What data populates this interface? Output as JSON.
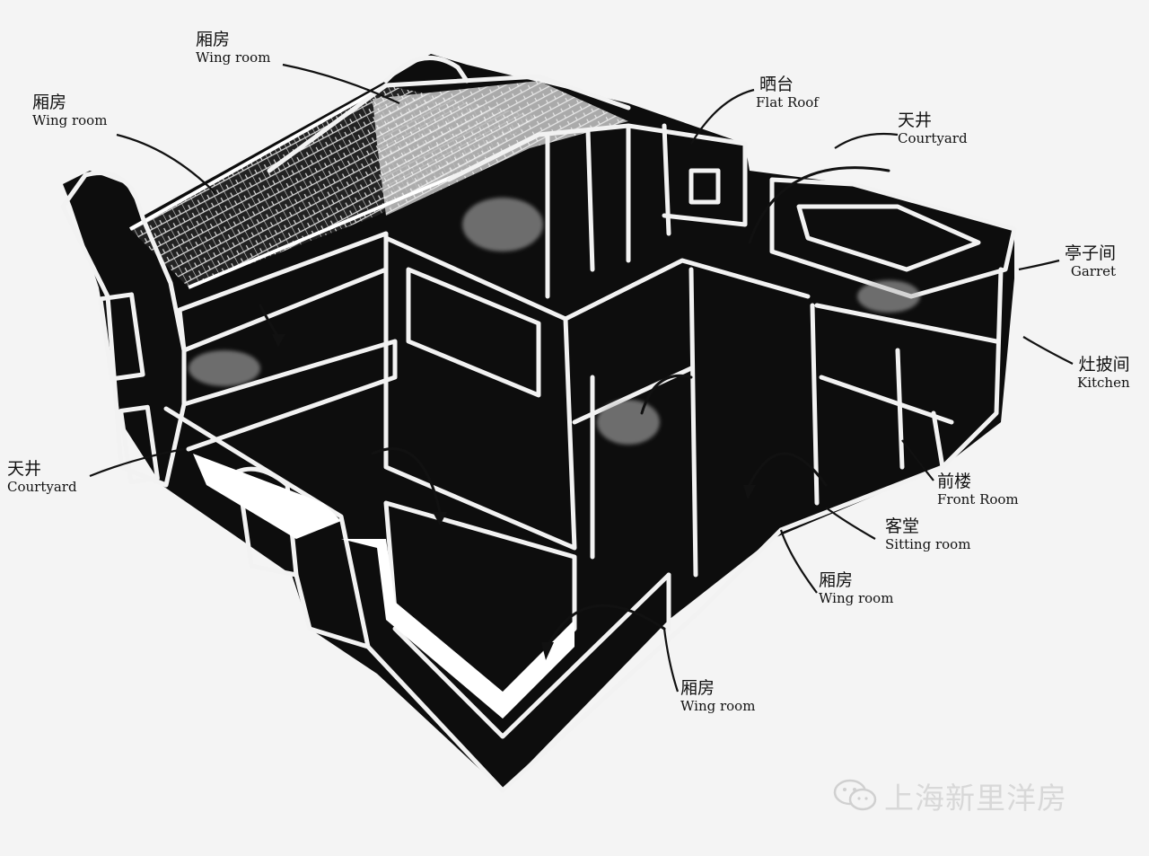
{
  "labels": {
    "wing_room_top": {
      "zh": "厢房",
      "en": "Wing room"
    },
    "wing_room_left": {
      "zh": "厢房",
      "en": "Wing room"
    },
    "flat_roof": {
      "zh": "晒台",
      "en": "Flat Roof"
    },
    "courtyard_right": {
      "zh": "天井",
      "en": "Courtyard"
    },
    "garret": {
      "zh": "亭子间",
      "en": "Garret"
    },
    "kitchen": {
      "zh": "灶披间",
      "en": "Kitchen"
    },
    "courtyard_left": {
      "zh": "天井",
      "en": "Courtyard"
    },
    "front_room": {
      "zh": "前楼",
      "en": "Front Room"
    },
    "sitting_room": {
      "zh": "客堂",
      "en": "Sitting room"
    },
    "wing_room_mid": {
      "zh": "厢房",
      "en": "Wing room"
    },
    "wing_room_bottom": {
      "zh": "厢房",
      "en": "Wing room"
    }
  },
  "watermark": {
    "text": "上海新里洋房",
    "icon": "wechat-icon"
  }
}
